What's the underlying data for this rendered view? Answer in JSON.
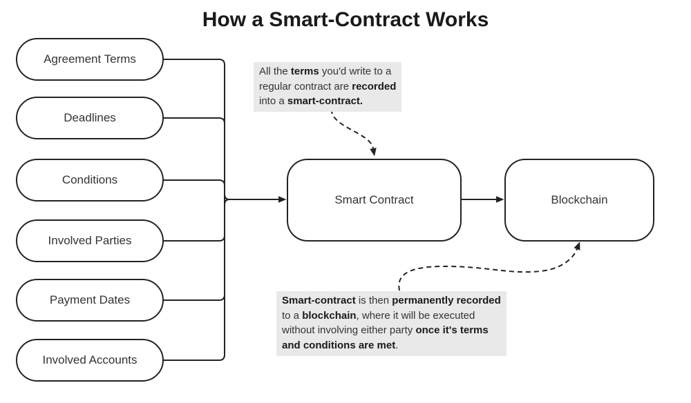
{
  "title": "How a Smart-Contract Works",
  "colors": {
    "line": "#222222",
    "node_text": "#333333",
    "title_text": "#1a1a1a",
    "note_background": "#e9e9e9",
    "canvas_background": "#ffffff"
  },
  "input_nodes": [
    {
      "label": "Agreement Terms"
    },
    {
      "label": "Deadlines"
    },
    {
      "label": "Conditions"
    },
    {
      "label": "Involved Parties"
    },
    {
      "label": "Payment Dates"
    },
    {
      "label": "Involved Accounts"
    }
  ],
  "process_nodes": {
    "smart_contract": {
      "label": "Smart Contract"
    },
    "blockchain": {
      "label": "Blockchain"
    }
  },
  "annotations": [
    {
      "segments": [
        {
          "text": "All the ",
          "bold": false
        },
        {
          "text": "terms",
          "bold": true
        },
        {
          "text": " you'd write to a",
          "bold": false
        },
        {
          "br": true
        },
        {
          "text": "regular contract are ",
          "bold": false
        },
        {
          "text": "recorded",
          "bold": true
        },
        {
          "br": true
        },
        {
          "text": "into a ",
          "bold": false
        },
        {
          "text": "smart-contract.",
          "bold": true
        }
      ]
    },
    {
      "segments": [
        {
          "text": "Smart-contract",
          "bold": true
        },
        {
          "text": " is then ",
          "bold": false
        },
        {
          "text": "permanently recorded",
          "bold": true
        },
        {
          "br": true
        },
        {
          "text": "to a ",
          "bold": false
        },
        {
          "text": "blockchain",
          "bold": true
        },
        {
          "text": ", where it will be executed",
          "bold": false
        },
        {
          "br": true
        },
        {
          "text": "without involving either party ",
          "bold": false
        },
        {
          "text": "once it's terms",
          "bold": true
        },
        {
          "br": true
        },
        {
          "text": "and conditions are met",
          "bold": true
        },
        {
          "text": ".",
          "bold": false
        }
      ]
    }
  ]
}
